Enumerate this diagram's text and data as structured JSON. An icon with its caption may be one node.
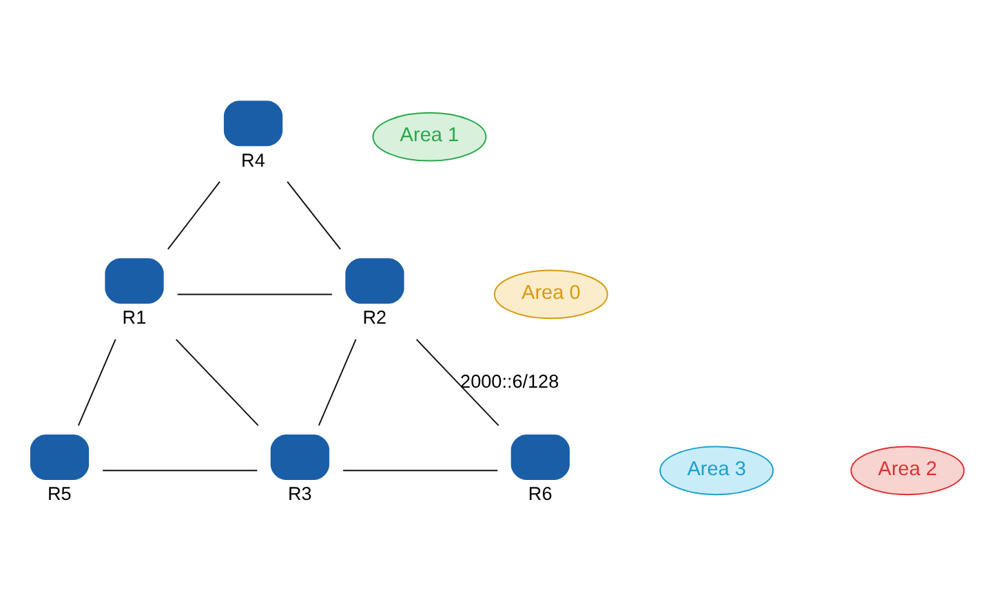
{
  "diagram": {
    "nodes": [
      {
        "text": [],
        "shape": "box",
        "beside": [
          "R4"
        ]
      },
      {
        "text": [],
        "shape": "box",
        "beside": [
          "R1"
        ]
      },
      {
        "text": [],
        "shape": "box",
        "beside": [
          "R2"
        ]
      },
      {
        "text": [],
        "shape": "box",
        "beside": [
          "R3"
        ]
      },
      {
        "text": [],
        "shape": "box",
        "beside": [
          "R5"
        ]
      },
      {
        "text": [],
        "shape": "box",
        "beside": [
          "R6"
        ]
      },
      {
        "text": [
          "Area 1"
        ]
      },
      {
        "text": [
          "Area 0"
        ]
      },
      {
        "text": [
          "Area 3"
        ]
      },
      {
        "text": [
          "Area 2"
        ]
      }
    ],
    "edges": [
      {
        "from": 1,
        "to": 0,
        "arrow": "none"
      },
      {
        "from": 0,
        "to": 2,
        "arrow": "none"
      },
      {
        "from": 1,
        "to": 2,
        "arrow": "none"
      },
      {
        "from": 1,
        "to": 3,
        "arrow": "none"
      },
      {
        "from": 2,
        "to": 3,
        "arrow": "none"
      },
      {
        "from": 1,
        "to": 4,
        "arrow": "none"
      },
      {
        "from": 4,
        "to": 3,
        "arrow": "none"
      },
      {
        "from": 3,
        "to": 5,
        "arrow": "none"
      },
      {
        "from": 2,
        "to": 5,
        "arrow": "none",
        "label": "2000::6/128"
      }
    ]
  }
}
